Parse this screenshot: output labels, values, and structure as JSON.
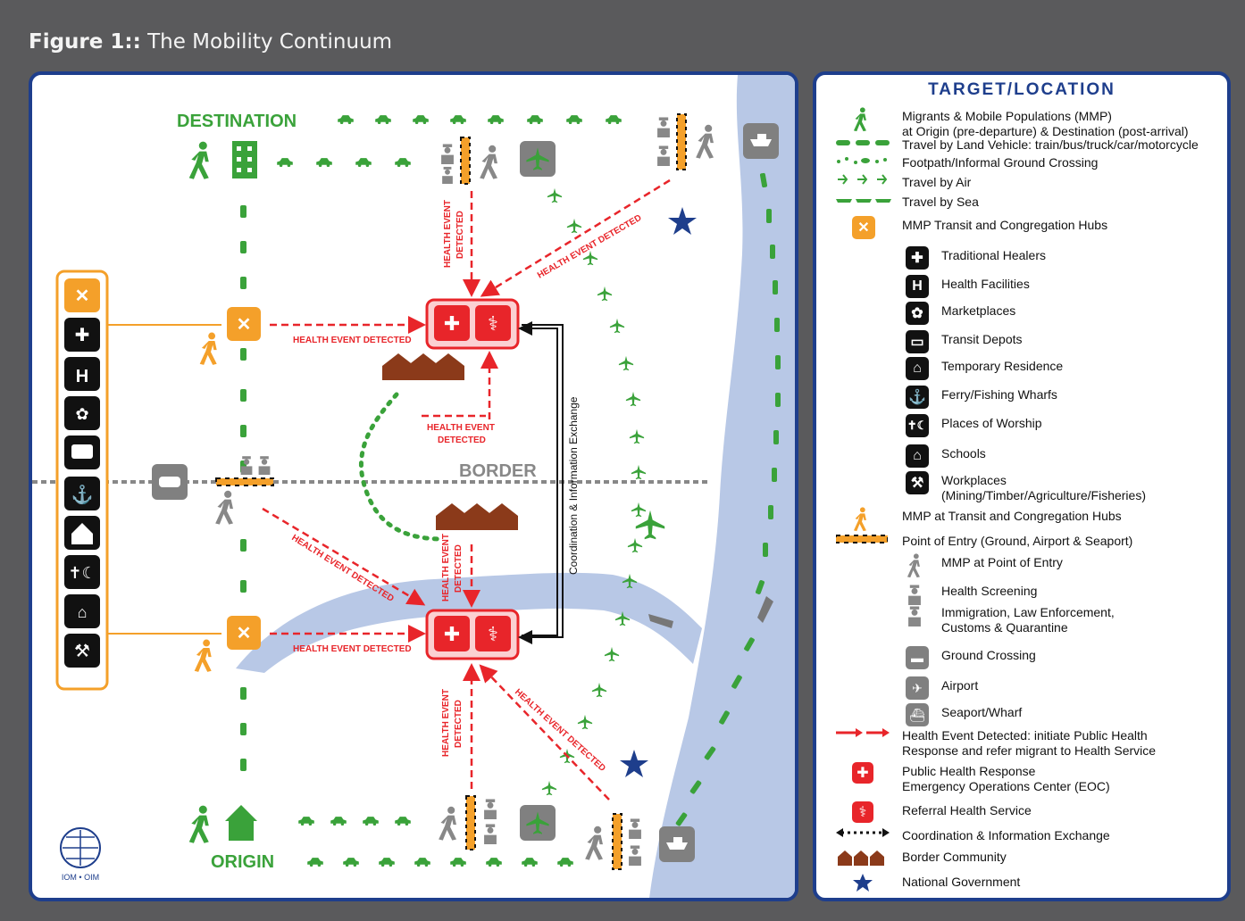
{
  "figure": {
    "prefix": "Figure 1::",
    "title": "The Mobility Continuum"
  },
  "colors": {
    "green": "#3aa23a",
    "orange": "#f4a02a",
    "red": "#e8252a",
    "navy": "#1e3e8c",
    "gray": "#808080",
    "brown": "#8b3a1a",
    "sea": "#b8c8e6"
  },
  "map": {
    "destination": "DESTINATION",
    "origin": "ORIGIN",
    "border": "BORDER",
    "hed_label": "HEALTH EVENT DETECTED",
    "hed_line1": "HEALTH EVENT",
    "hed_line2": "DETECTED",
    "coordination": "Coordination & Information Exchange",
    "logo_text": "IOM • OIM"
  },
  "hub_icons": [
    "transit-hub",
    "traditional-healers",
    "health-facilities",
    "marketplaces",
    "transit-depots",
    "ferry-wharfs",
    "temporary-residence",
    "places-of-worship",
    "schools",
    "workplaces"
  ],
  "legend": {
    "title": "TARGET/LOCATION",
    "items": [
      {
        "icon": "person-walking-icon",
        "line1": "Migrants & Mobile Populations (MMP)",
        "line2": "at Origin (pre-departure) & Destination (post-arrival)"
      },
      {
        "icon": "land-vehicle-icon",
        "line1": "Travel by Land Vehicle: train/bus/truck/car/motorcycle"
      },
      {
        "icon": "footpath-icon",
        "line1": "Footpath/Informal Ground Crossing"
      },
      {
        "icon": "air-icon",
        "line1": "Travel by Air"
      },
      {
        "icon": "sea-icon",
        "line1": "Travel by Sea"
      },
      {
        "icon": "hub-icon",
        "line1": "MMP Transit and Congregation Hubs"
      },
      {
        "icon": "healer-icon",
        "line1": "Traditional Healers"
      },
      {
        "icon": "hospital-icon",
        "line1": "Health Facilities"
      },
      {
        "icon": "market-icon",
        "line1": "Marketplaces"
      },
      {
        "icon": "bus-icon",
        "line1": "Transit Depots"
      },
      {
        "icon": "house-icon",
        "line1": "Temporary Residence"
      },
      {
        "icon": "anchor-icon",
        "line1": "Ferry/Fishing Wharfs"
      },
      {
        "icon": "worship-icon",
        "line1": "Places of Worship"
      },
      {
        "icon": "school-icon",
        "line1": "Schools"
      },
      {
        "icon": "tools-icon",
        "line1": "Workplaces",
        "line2": "(Mining/Timber/Agriculture/Fisheries)"
      },
      {
        "icon": "orange-walker-icon",
        "line1": "MMP at Transit and Congregation Hubs"
      },
      {
        "icon": "barrier-icon",
        "line1": "Point of Entry (Ground, Airport & Seaport)"
      },
      {
        "icon": "gray-walker-icon",
        "line1": "MMP at Point of Entry"
      },
      {
        "icon": "screening-icon",
        "line1": "Health Screening"
      },
      {
        "icon": "immigration-icon",
        "line1": "Immigration, Law Enforcement,",
        "line2": "Customs & Quarantine"
      },
      {
        "icon": "car-badge-icon",
        "line1": "Ground Crossing"
      },
      {
        "icon": "plane-badge-icon",
        "line1": "Airport"
      },
      {
        "icon": "ship-badge-icon",
        "line1": "Seaport/Wharf"
      },
      {
        "icon": "red-arrow-icon",
        "line1": "Health Event Detected: initiate Public Health",
        "line2": "Response and refer migrant to Health Service"
      },
      {
        "icon": "eoc-icon",
        "line1": "Public Health Response",
        "line2": "Emergency Operations Center (EOC)"
      },
      {
        "icon": "referral-icon",
        "line1": "Referral Health Service"
      },
      {
        "icon": "dotted-arrow-icon",
        "line1": "Coordination & Information Exchange"
      },
      {
        "icon": "community-icon",
        "line1": "Border Community"
      },
      {
        "icon": "star-icon",
        "line1": "National Government"
      }
    ]
  }
}
